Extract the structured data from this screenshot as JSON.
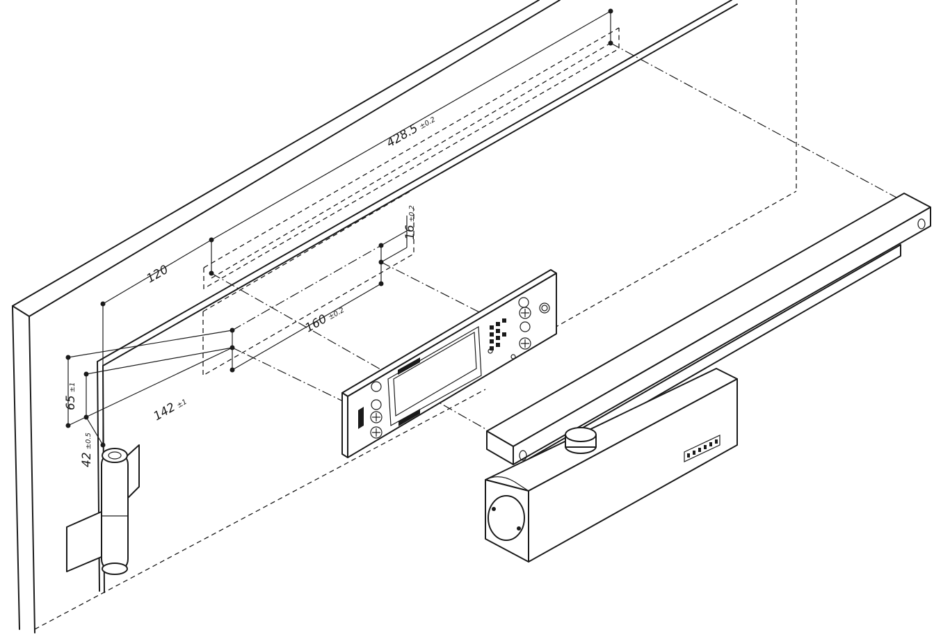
{
  "dimensions": {
    "length": {
      "value": "428.5",
      "tol": "±0.2"
    },
    "offset_120": {
      "value": "120",
      "tol": ""
    },
    "plate_160": {
      "value": "160",
      "tol": "±0.2"
    },
    "height_16": {
      "value": "16",
      "tol": "±0.2"
    },
    "height_65": {
      "value": "65",
      "tol": "±1"
    },
    "height_42": {
      "value": "42",
      "tol": "±0.5"
    },
    "offset_142": {
      "value": "142",
      "tol": "±1"
    }
  }
}
